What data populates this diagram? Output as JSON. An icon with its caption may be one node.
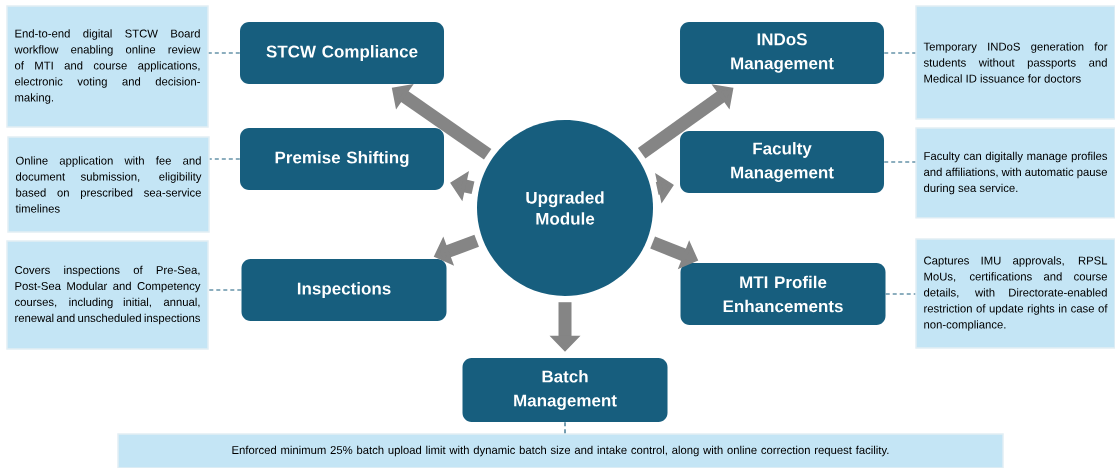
{
  "diagram": {
    "nodes": [
      {
        "text": [
          "Upgraded Module"
        ]
      },
      {
        "text": [
          "STCW Compliance"
        ]
      },
      {
        "text": [
          "INDoS Management"
        ]
      },
      {
        "text": [
          "Premise Shifting"
        ]
      },
      {
        "text": [
          "Faculty Management"
        ]
      },
      {
        "text": [
          "Inspections"
        ]
      },
      {
        "text": [
          "MTI Profile Enhancements"
        ]
      },
      {
        "text": [
          "Batch Management"
        ]
      },
      {
        "text": [
          "End-to-end digital STCW Board workflow enabling online review of MTI and course applications, electronic voting and decision-making."
        ]
      },
      {
        "text": [
          "Temporary INDoS generation for students without passports and Medical ID issuance for doctors"
        ]
      },
      {
        "text": [
          "Online application with fee and document submission, eligibility based on prescribed sea-service timelines"
        ]
      },
      {
        "text": [
          "Faculty can digitally manage profiles and affiliations, with automatic pause during sea service."
        ]
      },
      {
        "text": [
          "Covers inspections of Pre-Sea, Post-Sea Modular and Competency courses, including initial, annual, renewal and unscheduled inspections"
        ]
      },
      {
        "text": [
          "Captures IMU approvals, RPSL MoUs, certifications and course details, with Directorate-enabled restriction of update rights in case of non-compliance."
        ]
      },
      {
        "text": [
          "Enforced minimum 25% batch upload limit with dynamic batch size and intake control, along with online correction request facility."
        ]
      }
    ],
    "edges": [
      {
        "from": 0,
        "to": 1,
        "arrow": "to",
        "style": "thick"
      },
      {
        "from": 0,
        "to": 2,
        "arrow": "to",
        "style": "thick"
      },
      {
        "from": 0,
        "to": 3,
        "arrow": "to",
        "style": "thick"
      },
      {
        "from": 0,
        "to": 4,
        "arrow": "to",
        "style": "thick"
      },
      {
        "from": 0,
        "to": 5,
        "arrow": "to",
        "style": "thick"
      },
      {
        "from": 0,
        "to": 6,
        "arrow": "to",
        "style": "thick"
      },
      {
        "from": 0,
        "to": 7,
        "arrow": "to",
        "style": "thick"
      },
      {
        "from": 1,
        "to": 8,
        "arrow": "none",
        "style": "dashed",
        "color": "#1b5e7e"
      },
      {
        "from": 2,
        "to": 9,
        "arrow": "none",
        "style": "dashed",
        "color": "#1b5e7e"
      },
      {
        "from": 3,
        "to": 10,
        "arrow": "none",
        "style": "dashed",
        "color": "#1b5e7e"
      },
      {
        "from": 4,
        "to": 11,
        "arrow": "none",
        "style": "dashed",
        "color": "#1b5e7e"
      },
      {
        "from": 5,
        "to": 12,
        "arrow": "none",
        "style": "dashed",
        "color": "#1b5e7e"
      },
      {
        "from": 6,
        "to": 13,
        "arrow": "none",
        "style": "dashed",
        "color": "#1b5e7e"
      },
      {
        "from": 7,
        "to": 14,
        "arrow": "none",
        "style": "dashed",
        "color": "#1b5e7e"
      }
    ]
  }
}
